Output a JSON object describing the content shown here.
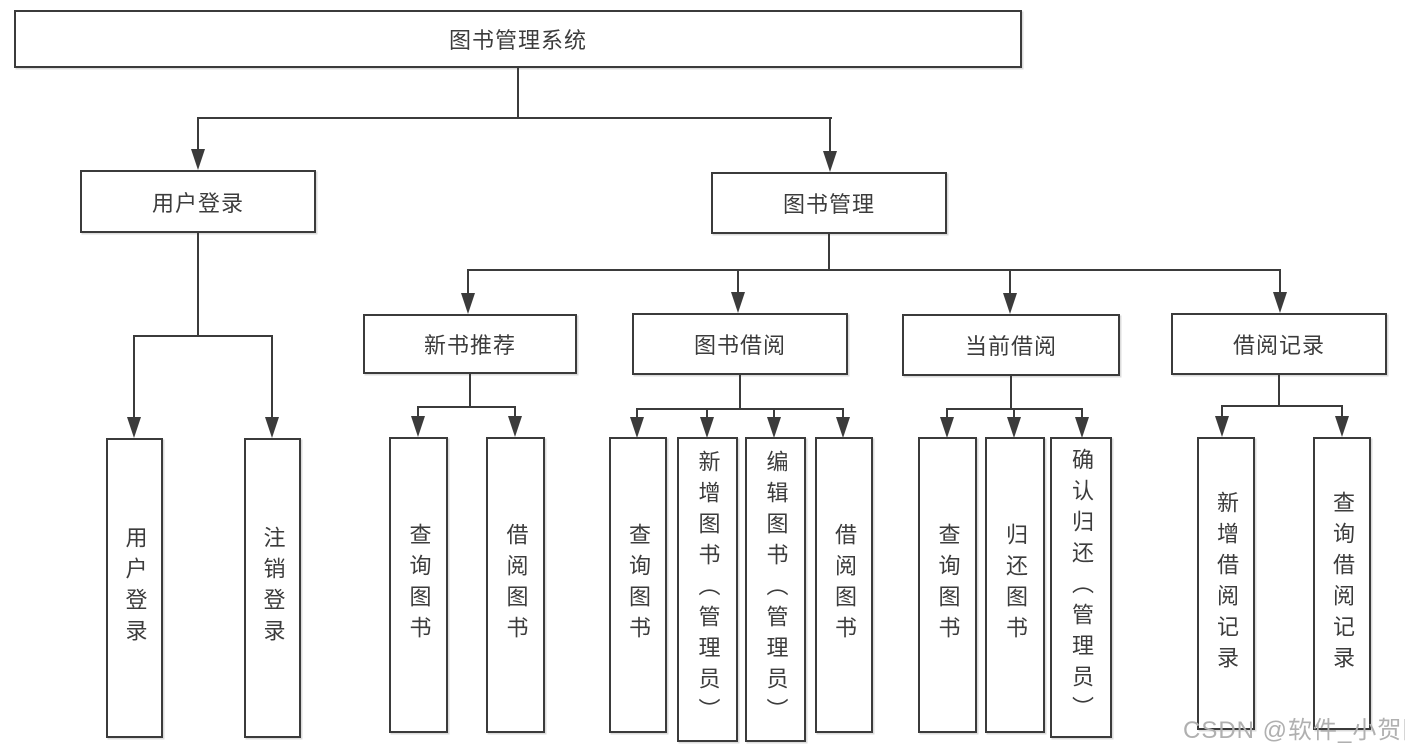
{
  "diagram_title": "图书管理系统",
  "nodes": {
    "root": "图书管理系统",
    "branches": [
      "用户登录",
      "图书管理"
    ],
    "sections": [
      "新书推荐",
      "图书借阅",
      "当前借阅",
      "借阅记录"
    ],
    "leaves": [
      "用户登录",
      "注销登录",
      "查询图书",
      "借阅图书",
      "查询图书",
      "新增图书（管理员）",
      "编辑图书（管理员）",
      "借阅图书",
      "查询图书",
      "归还图书",
      "确认归还（管理员）",
      "新增借阅记录",
      "查询借阅记录"
    ]
  },
  "watermark": "CSDN @软件_小贺同学",
  "colors": {
    "line": "#3b3b3b",
    "text": "#3c3c3c",
    "watermark": "#b0b0b0",
    "background": "#ffffff"
  }
}
